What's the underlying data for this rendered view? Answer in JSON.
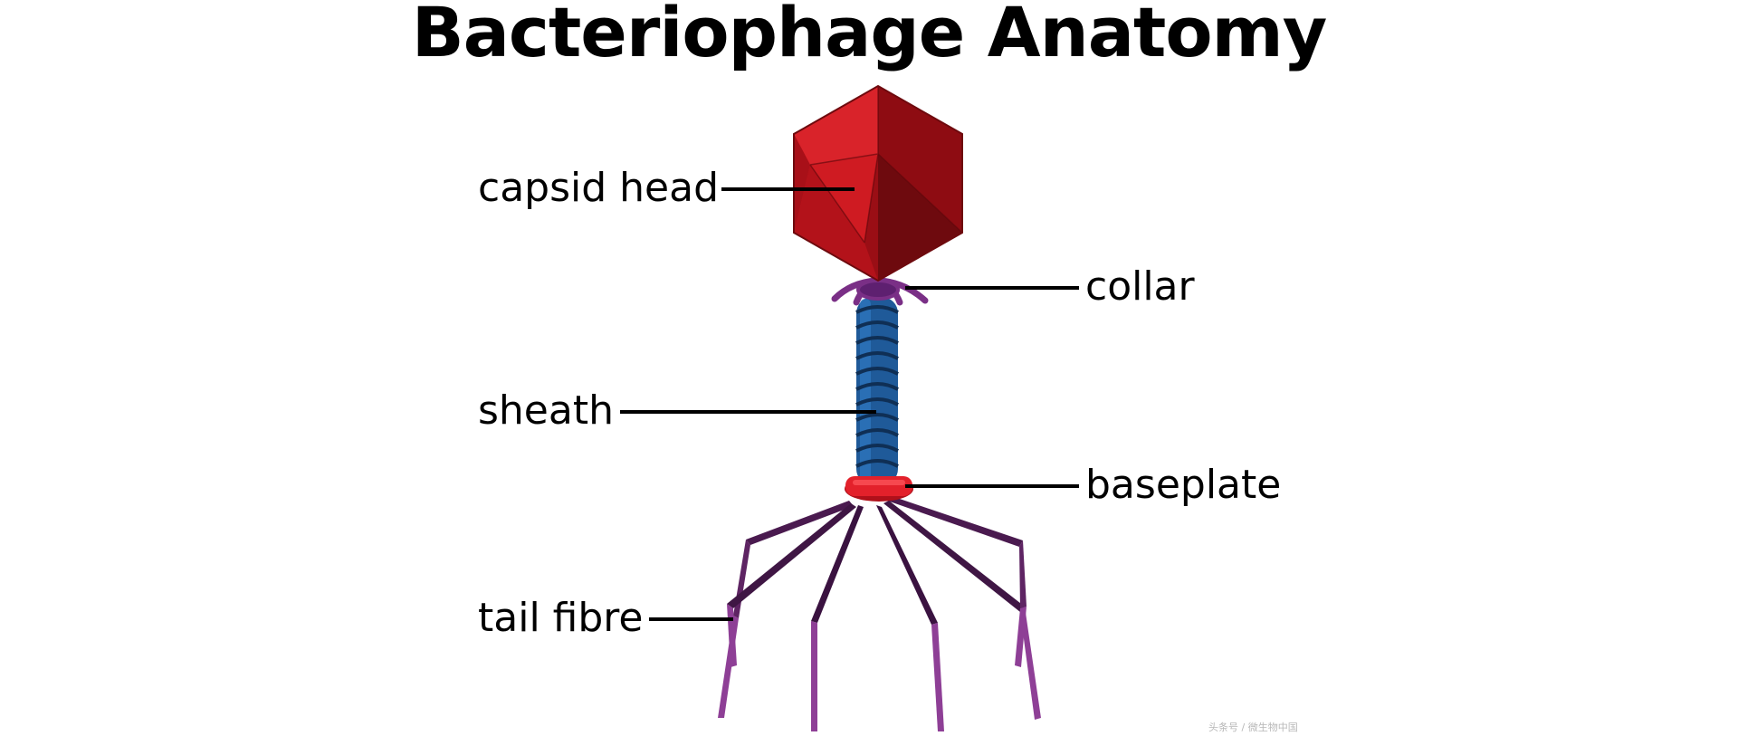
{
  "title": "Bacteriophage Anatomy",
  "labels": {
    "capsid_head": "capsid head",
    "collar": "collar",
    "sheath": "sheath",
    "baseplate": "baseplate",
    "tail_fibre": "tail fibre"
  },
  "watermark": "头条号 / 微生物中国",
  "colors": {
    "capsid": "#c8141c",
    "capsid_dark": "#7d0a0f",
    "sheath": "#1f5a99",
    "sheath_dark": "#123a66",
    "collar": "#7a2f86",
    "baseplate": "#e3212b",
    "fibre": "#4a1a4f",
    "fibre_light": "#8e3f96"
  }
}
